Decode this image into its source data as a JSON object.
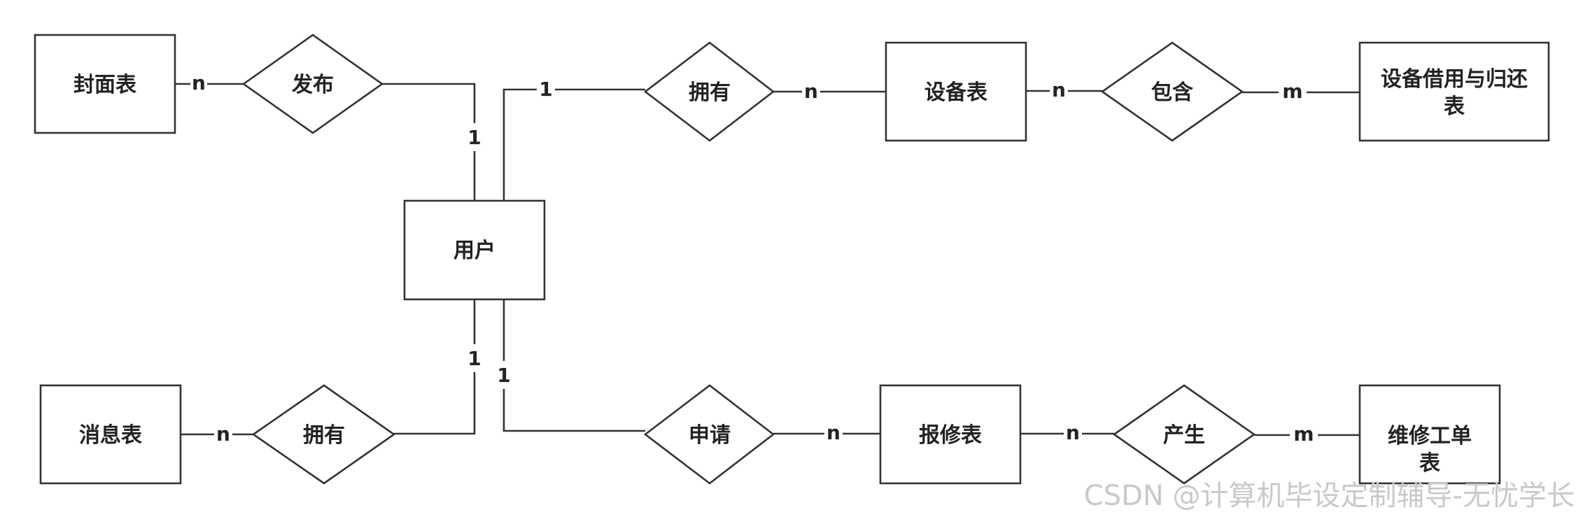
{
  "entities": {
    "cover": {
      "line1": "封面表"
    },
    "user": {
      "line1": "用户"
    },
    "equipment": {
      "line1": "设备表"
    },
    "borrow": {
      "line1": "设备借用与归还",
      "line2": "表"
    },
    "message": {
      "line1": "消息表"
    },
    "repair": {
      "line1": "报修表"
    },
    "workorder": {
      "line1": "维修工单",
      "line2": "表"
    }
  },
  "relationships": {
    "publish": "发布",
    "own_equip": "拥有",
    "contain": "包含",
    "own_message": "拥有",
    "apply": "申请",
    "produce": "产生"
  },
  "cardinalities": {
    "cover_publish": "n",
    "publish_user": "1",
    "user_own_equip": "1",
    "own_equip_equipment": "n",
    "equipment_contain": "n",
    "contain_borrow": "m",
    "user_own_message": "1",
    "own_message_message": "n",
    "user_apply": "1",
    "apply_repair": "n",
    "repair_produce": "n",
    "produce_workorder": "m"
  },
  "watermark": "CSDN @计算机毕设定制辅导-无忧学长"
}
